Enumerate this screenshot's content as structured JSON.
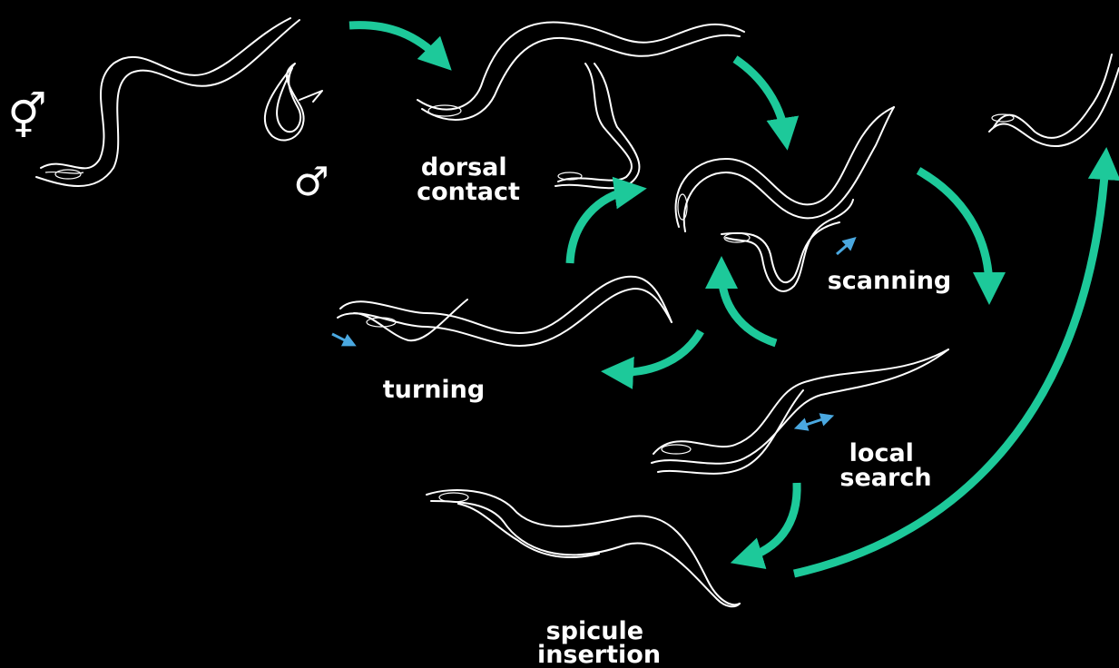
{
  "colors": {
    "background": "#000000",
    "worm": "#ffffff",
    "flow_arrow": "#1dc99a",
    "motion_arrow": "#4aa8e0"
  },
  "symbols": {
    "hermaphrodite": "⚥",
    "male": "♂"
  },
  "labels": {
    "dorsal_contact": [
      "dorsal",
      "contact"
    ],
    "scanning": "scanning",
    "turning": "turning",
    "local_search": [
      "local",
      "search"
    ],
    "spicule_insertion": [
      "spicule",
      "insertion"
    ]
  }
}
